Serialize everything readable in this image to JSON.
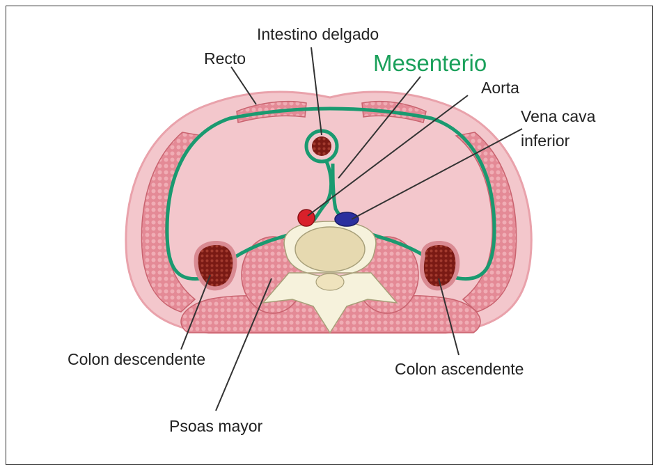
{
  "labels": {
    "intestino": "Intestino delgado",
    "recto": "Recto",
    "mesenterio": "Mesenterio",
    "aorta": "Aorta",
    "vena_line1": "Vena cava",
    "vena_line2": "inferior",
    "colon_desc": "Colon descendente",
    "colon_asc": "Colon ascendente",
    "psoas": "Psoas mayor"
  },
  "colors": {
    "peritoneum": "#1a9a70",
    "muscle": "#e48a96",
    "skin": "#f3c7cc",
    "aorta": "#d8202a",
    "vena": "#2b2f9e",
    "colon": "#7a1a14",
    "vertebra": "#f6f2dc",
    "vertebral_body": "#e6d9b0",
    "accent_label": "#1aa05a"
  }
}
